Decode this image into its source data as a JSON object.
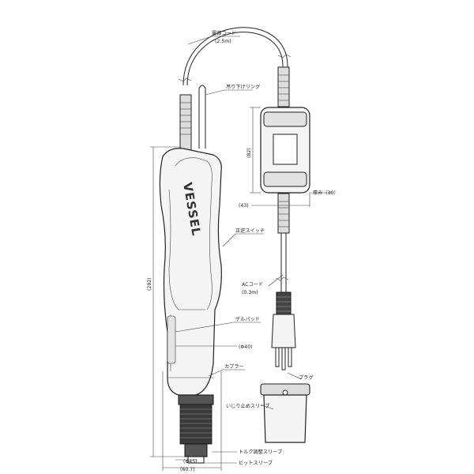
{
  "brand": "VESSEL",
  "labels": {
    "power_cord": "電源コード",
    "power_cord_len": "(2.5m)",
    "hanging_ring": "吊り下げリング",
    "height_82": "(82)",
    "thickness": "厚み（30）",
    "width_43": "(43)",
    "forward_reverse": "正逆スイッチ",
    "ac_cord": "ACコード",
    "ac_cord_len": "(0.3m)",
    "length_292": "(292)",
    "gel_pad": "ゲルパッド",
    "dia_40": "(Φ40)",
    "plug": "プラグ",
    "coupler": "カプラー",
    "anti_twist_sleeve": "いじり止めスリーブ",
    "dia_45": "(Φ45)",
    "torque_sleeve": "トルク調整スリーブ",
    "width_60": "(60.7)",
    "bit_sleeve": "ビットスリーブ"
  }
}
